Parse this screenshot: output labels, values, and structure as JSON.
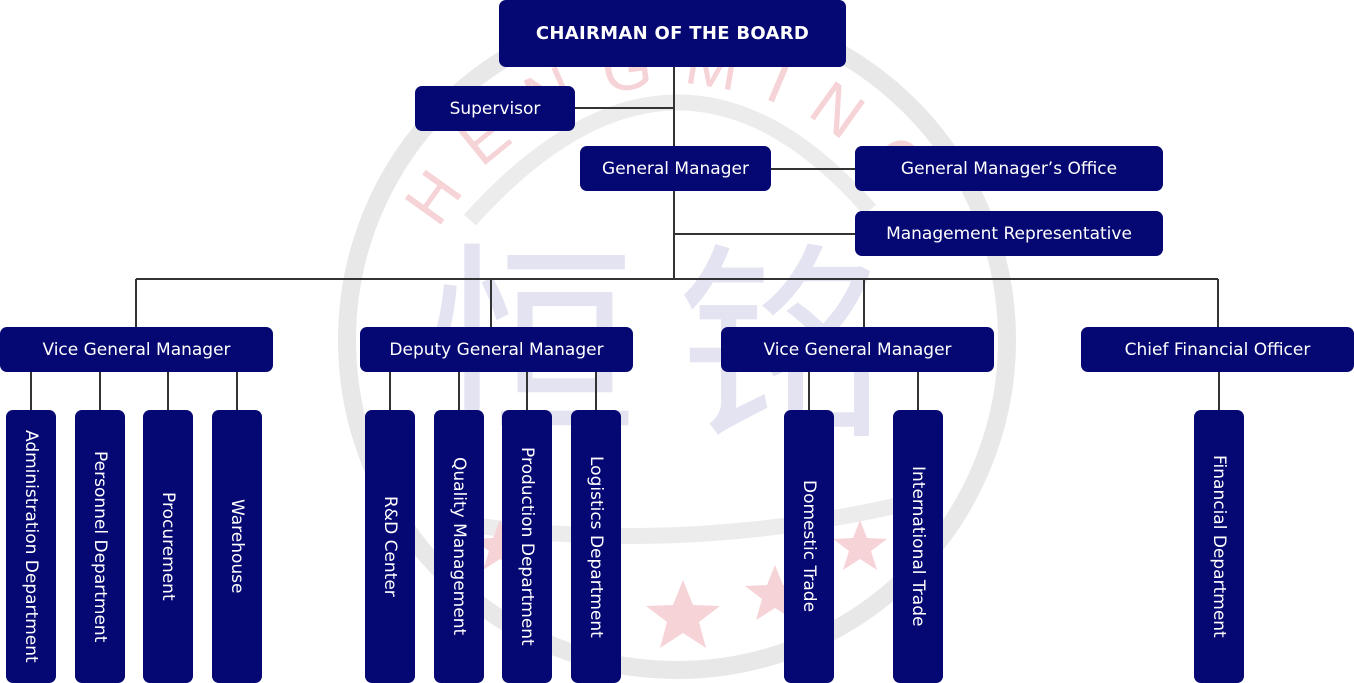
{
  "chart": {
    "chairman": "CHAIRMAN OF THE BOARD",
    "supervisor": "Supervisor",
    "general_manager": "General Manager",
    "gm_office": "General Manager’s Office",
    "management_rep": "Management Representative",
    "branches": [
      {
        "title": "Vice General Manager",
        "departments": [
          "Administration Department",
          "Personnel Department",
          "Procurement",
          "Warehouse"
        ]
      },
      {
        "title": "Deputy General Manager",
        "departments": [
          "R&D Center",
          "Quality Management",
          "Production Department",
          "Logistics Department"
        ]
      },
      {
        "title": "Vice General Manager",
        "departments": [
          "Domestic Trade",
          "International Trade"
        ]
      },
      {
        "title": "Chief Financial Officer",
        "departments": [
          "Financial Department"
        ]
      }
    ]
  },
  "watermark": {
    "ring_text": "HENGMING",
    "chinese": "恒铭",
    "ring_color": "#e8e8e8",
    "text_color": "#f6d3d6",
    "chinese_color": "#e3e3f1"
  },
  "colors": {
    "box": "#050772",
    "line": "#333333",
    "text": "#ffffff"
  }
}
